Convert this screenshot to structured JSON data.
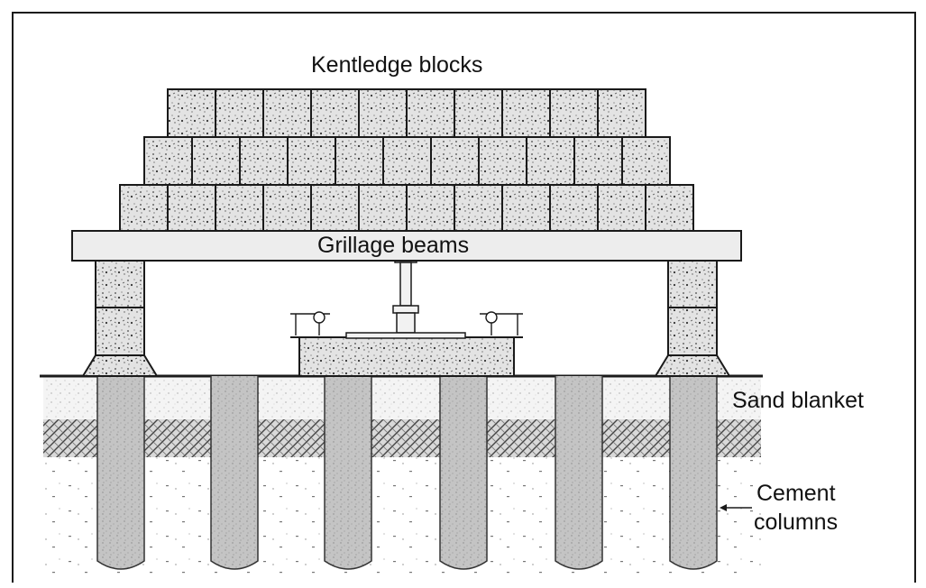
{
  "labels": {
    "kentledge": "Kentledge blocks",
    "grillage": "Grillage beams",
    "sand": "Sand blanket",
    "cement_line1": "Cement",
    "cement_line2": "columns"
  },
  "colors": {
    "line": "#1a1a1a",
    "block_fill": "#e2e2e2",
    "column_fill": "#c9c9c9",
    "sand_fill": "#f3f3f3",
    "hatch": "#4a4a4a"
  }
}
